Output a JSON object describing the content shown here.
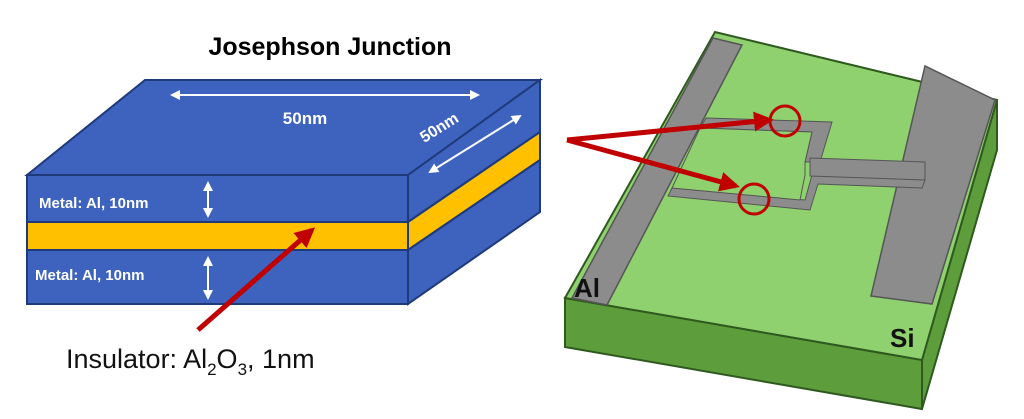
{
  "title": "Josephson Junction",
  "junction": {
    "width_label": "50nm",
    "depth_label": "50nm",
    "top_layer_label": "Metal: Al, 10nm",
    "bottom_layer_label": "Metal: Al, 10nm",
    "insulator_label": {
      "prefix": "Insulator: Al",
      "sub1": "2",
      "mid": "O",
      "sub2": "3",
      "suffix": ", 1nm"
    }
  },
  "chip": {
    "metal_label": "Al",
    "substrate_label": "Si"
  },
  "colors": {
    "metal_blue": "#3E63BE",
    "insulator_yellow": "#FFC000",
    "arrow_red": "#C00000",
    "chip_green": "#8FD16E",
    "chip_dark_green": "#5E9D3C",
    "aluminum_gray": "#8C8C8C"
  }
}
